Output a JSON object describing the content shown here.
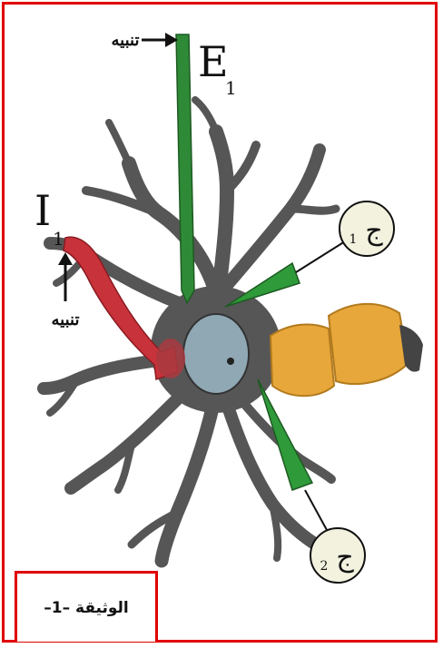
{
  "diagram": {
    "labels": {
      "stimulus_top": "تنبيه",
      "stimulus_left": "تنبيه",
      "electrode_e1": "E",
      "electrode_e1_sub": "1",
      "electrode_i1": "I",
      "electrode_i1_sub": "1",
      "recorder_1": "ج",
      "recorder_1_sub": "1",
      "recorder_2": "ج",
      "recorder_2_sub": "2"
    },
    "colors": {
      "neuron": "#565656",
      "nucleus": "#8fa8b4",
      "excitatory": "#2f8a37",
      "inhibitory": "#c8323a",
      "electrode": "#2f9a3a",
      "myelin": "#e7a73a",
      "recorder_bg": "#f2f2df",
      "frame": "#e00000"
    }
  },
  "caption": {
    "text": "الوثيقة –1–"
  }
}
